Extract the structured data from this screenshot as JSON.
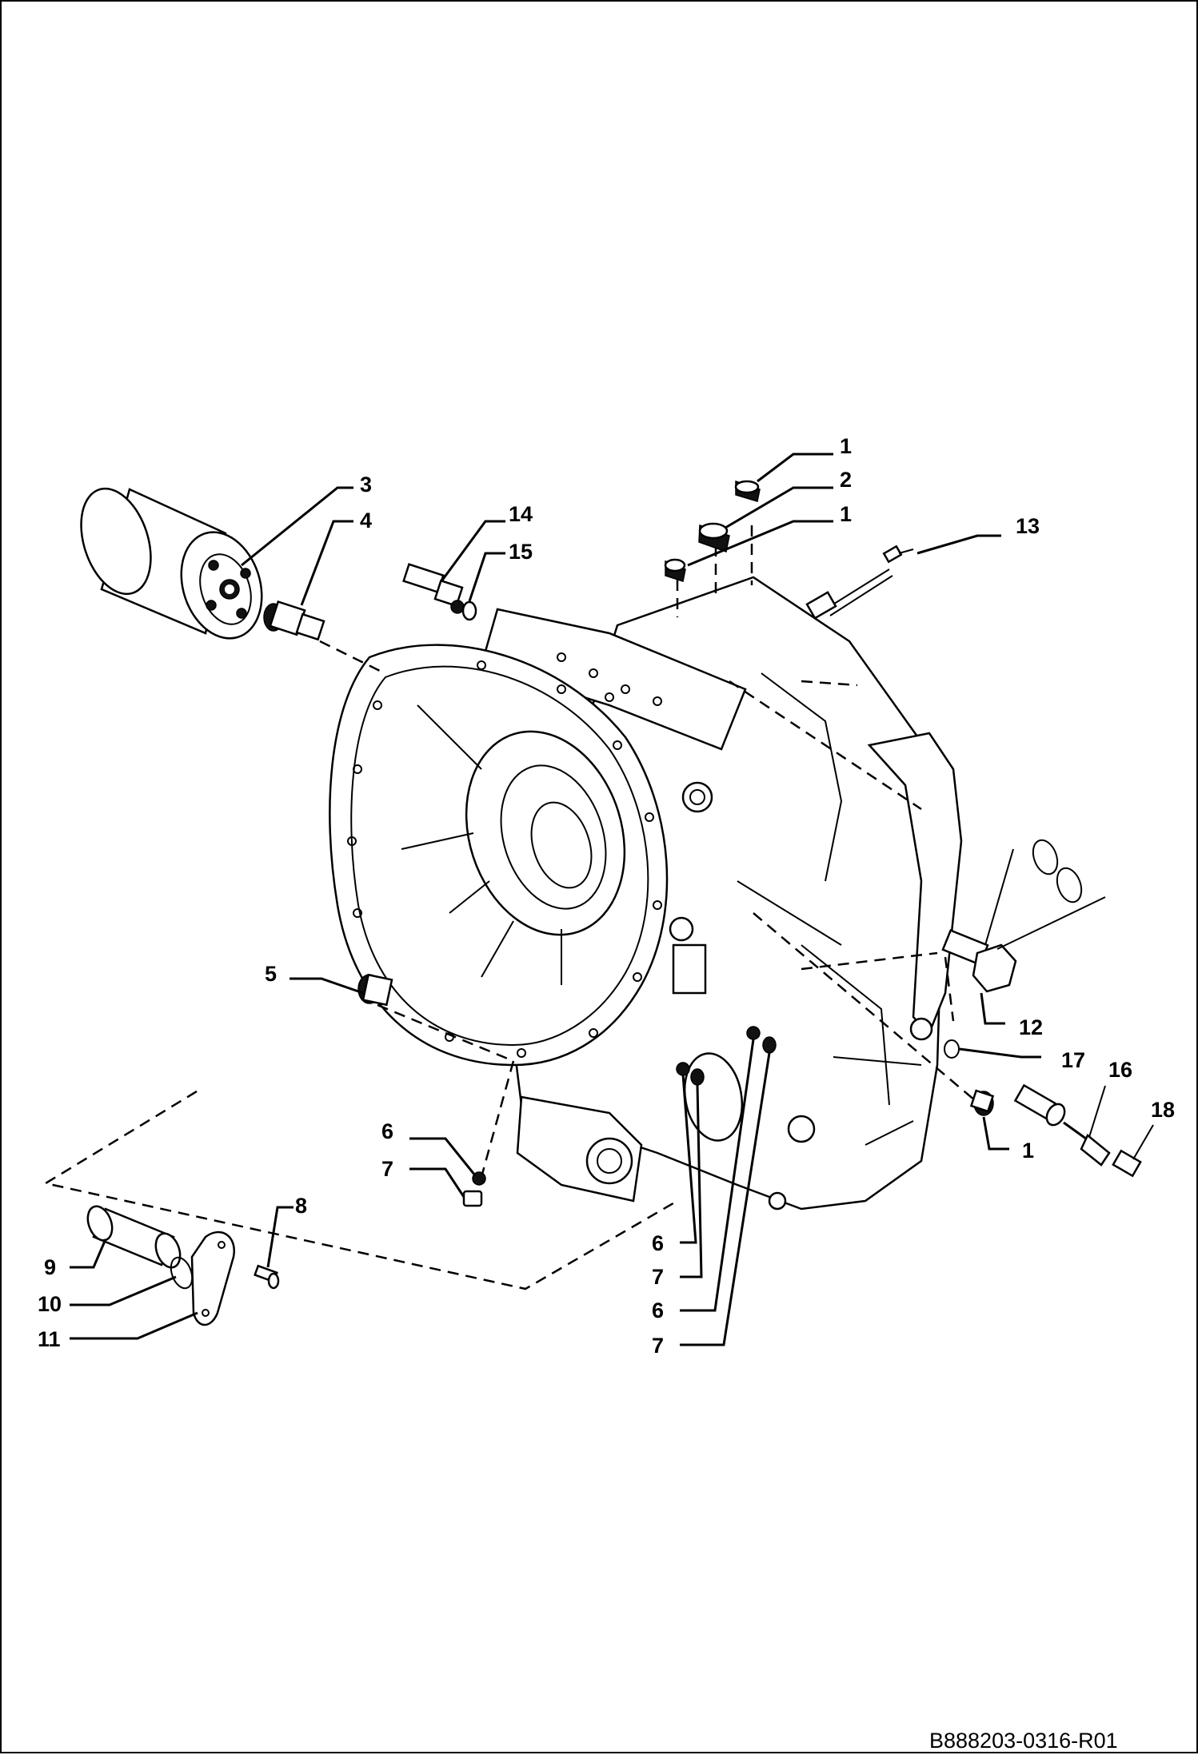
{
  "drawing_code": "B888203-0316-R01",
  "callouts": {
    "c1a": "1",
    "c2": "2",
    "c1b": "1",
    "c3": "3",
    "c4": "4",
    "c14": "14",
    "c15": "15",
    "c13": "13",
    "c5": "5",
    "c12": "12",
    "c17": "17",
    "c16": "16",
    "c18": "18",
    "c1c": "1",
    "c6a": "6",
    "c7a": "7",
    "c8": "8",
    "c9": "9",
    "c10": "10",
    "c11": "11",
    "c6b": "6",
    "c7b": "7",
    "c6c": "6",
    "c7c": "7"
  }
}
